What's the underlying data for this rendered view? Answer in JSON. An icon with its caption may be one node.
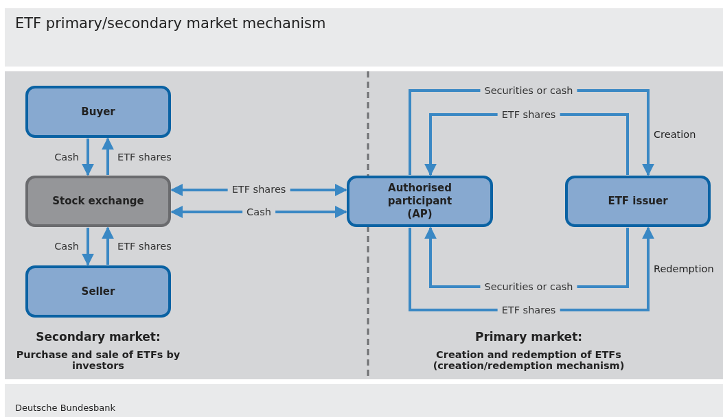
{
  "diagram": {
    "title": "ETF primary/secondary market mechanism",
    "nodes": [
      {
        "text": [
          "Buyer"
        ]
      },
      {
        "text": [
          "Stock exchange"
        ]
      },
      {
        "text": [
          "Seller"
        ]
      },
      {
        "text": [
          "Authorised participant (AP)"
        ]
      },
      {
        "text": [
          "ETF issuer"
        ]
      }
    ],
    "edges": [
      {
        "from": 0,
        "to": 1,
        "arrow": "to",
        "label": "Cash"
      },
      {
        "from": 1,
        "to": 0,
        "arrow": "to",
        "label": "ETF shares"
      },
      {
        "from": 1,
        "to": 2,
        "arrow": "to",
        "label": "Cash"
      },
      {
        "from": 2,
        "to": 1,
        "arrow": "to",
        "label": "ETF shares"
      },
      {
        "from": 1,
        "to": 3,
        "arrow": "both",
        "label": "ETF shares"
      },
      {
        "from": 1,
        "to": 3,
        "arrow": "both",
        "label": "Cash"
      },
      {
        "from": 3,
        "to": 4,
        "arrow": "to",
        "label": "Securities or cash"
      },
      {
        "from": 4,
        "to": 3,
        "arrow": "to",
        "label": "ETF shares"
      },
      {
        "from": 4,
        "to": 3,
        "arrow": "to",
        "label": "Securities or cash"
      },
      {
        "from": 3,
        "to": 4,
        "arrow": "to",
        "label": "ETF shares"
      }
    ],
    "labels": [
      "Creation",
      "Redemption",
      "Secondary market:",
      "Purchase and sale of ETFs by investors",
      "Primary market:",
      "Creation and redemption of ETFs (creation/redemption mechanism)",
      "Deutsche Bundesbank"
    ]
  }
}
